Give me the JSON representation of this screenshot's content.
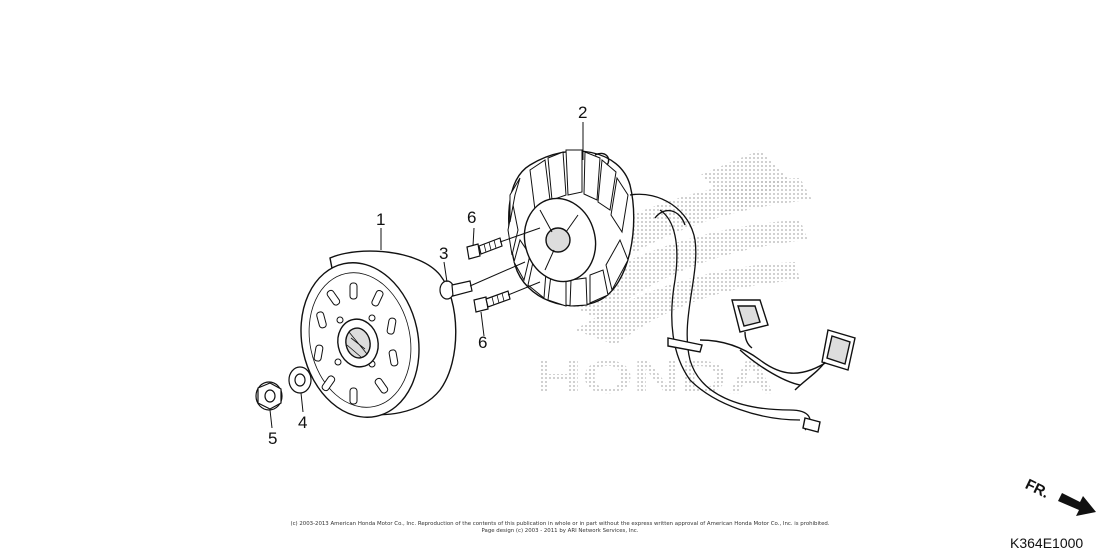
{
  "diagram": {
    "callouts": [
      {
        "id": "1",
        "label": "1"
      },
      {
        "id": "2",
        "label": "2"
      },
      {
        "id": "3",
        "label": "3"
      },
      {
        "id": "4",
        "label": "4"
      },
      {
        "id": "5",
        "label": "5"
      },
      {
        "id": "6a",
        "label": "6"
      },
      {
        "id": "6b",
        "label": "6"
      }
    ],
    "direction_label": "FR.",
    "watermark_text": "HONDA",
    "copyright_line1": "(c) 2003-2013 American Honda Motor Co., Inc. Reproduction of the contents of this publication in whole or in part without the express written approval of American Honda Motor Co., Inc. is prohibited.",
    "copyright_line2": "Page design (c) 2003 - 2011 by ARI Network Services, Inc.",
    "diagram_code": "K364E1000"
  },
  "colors": {
    "line": "#111111",
    "watermark": "#b5b5b5"
  }
}
